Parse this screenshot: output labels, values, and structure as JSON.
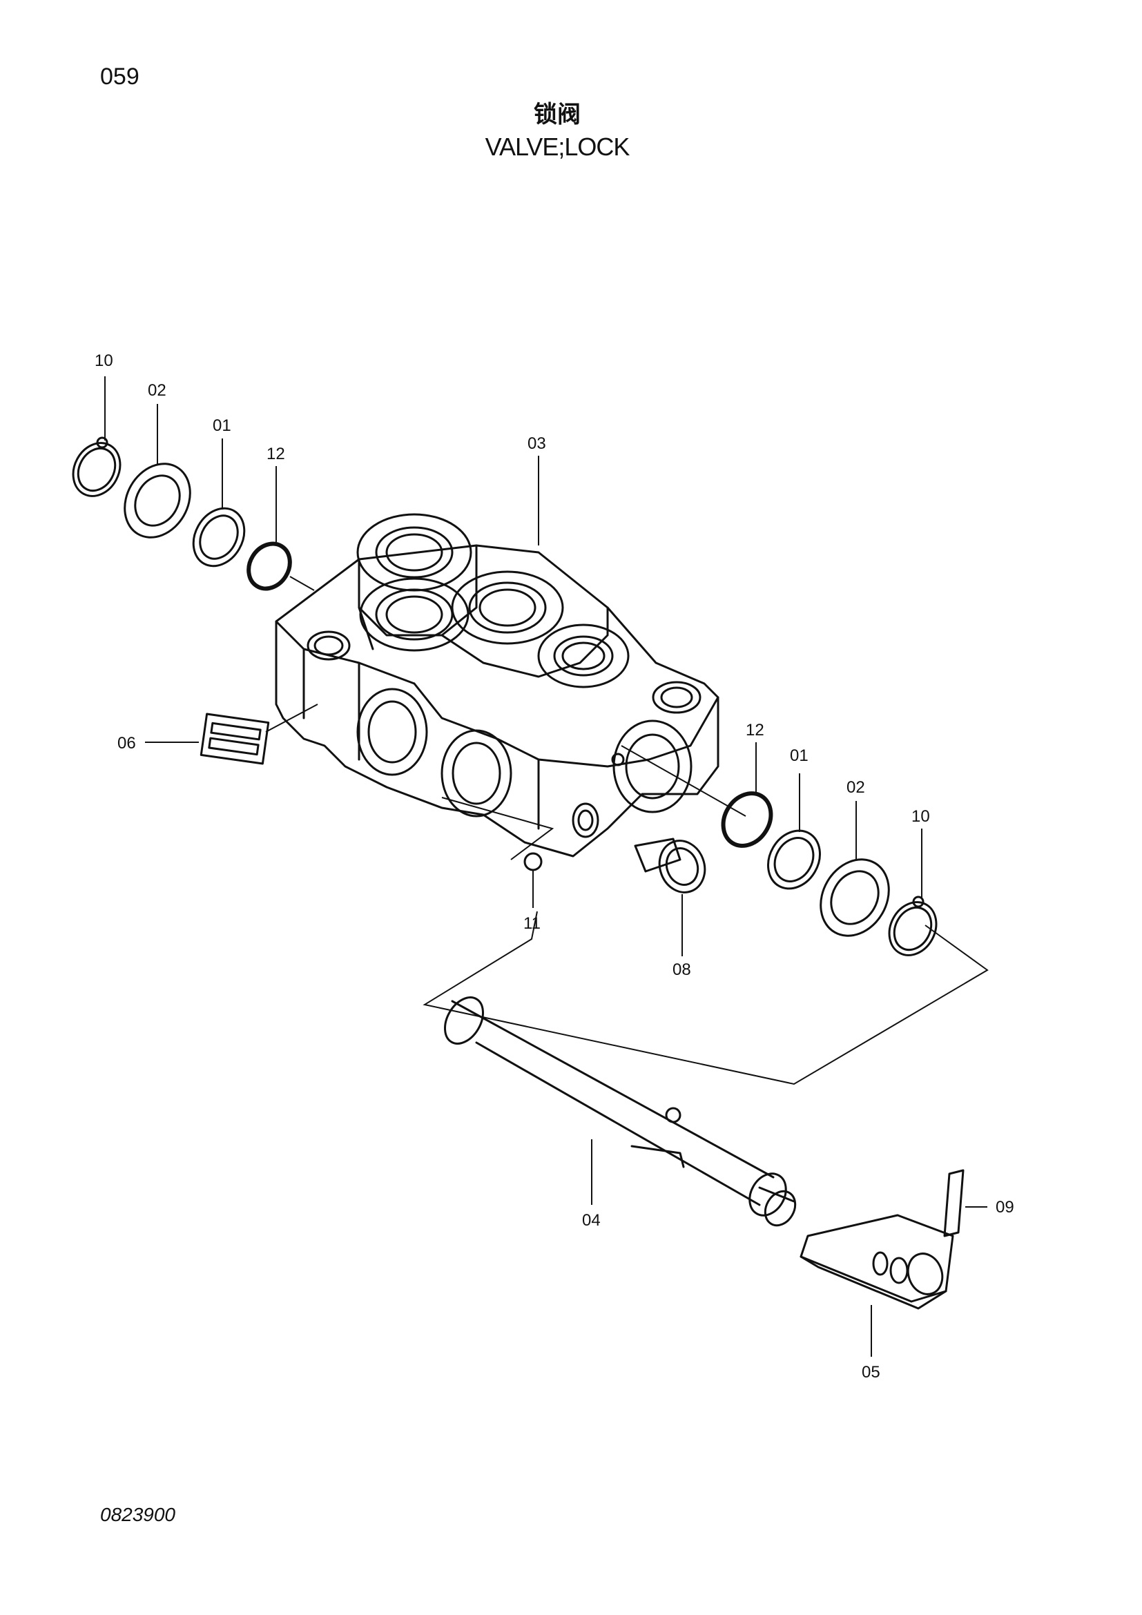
{
  "page_number": "059",
  "title_cn": "锁阀",
  "title_en": "VALVE;LOCK",
  "drawing_code": "0823900",
  "callouts": {
    "c10_left": "10",
    "c02_left": "02",
    "c01_left": "01",
    "c12_left": "12",
    "c03": "03",
    "c06": "06",
    "c12_right": "12",
    "c01_right": "01",
    "c02_right": "02",
    "c10_right": "10",
    "c11": "11",
    "c08": "08",
    "c04": "04",
    "c09": "09",
    "c05": "05"
  }
}
